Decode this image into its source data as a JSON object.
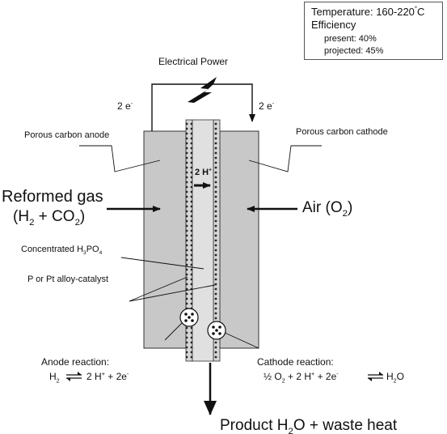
{
  "info_box": {
    "temperature_label": "Temperature: 160-220",
    "temperature_deg": "°",
    "temperature_unit": "C",
    "efficiency_label": "Efficiency",
    "present": "present: 40%",
    "projected": "projected: 45%"
  },
  "electrical_power": "Electrical Power",
  "electron_left": {
    "coef": "2 e",
    "sup": "-"
  },
  "electron_right": {
    "coef": "2 e",
    "sup": "-"
  },
  "porous_anode": "Porous carbon anode",
  "porous_cathode": "Porous carbon cathode",
  "proton": {
    "coef": "2 H",
    "sup": "+"
  },
  "reformed_gas": {
    "line1": "Reformed gas",
    "open": "(H",
    "h_sub": "2",
    "plus": " + CO",
    "co_sub": "2",
    "close": ")"
  },
  "air": {
    "text": "Air (O",
    "sub": "2",
    "close": ")"
  },
  "electrolyte": {
    "text": "Concentrated H",
    "sub1": "3",
    "mid": "PO",
    "sub2": "4"
  },
  "catalyst": "P or Pt alloy-catalyst",
  "anode_reaction": {
    "title": "Anode reaction:",
    "h": "H",
    "h_sub": "2",
    "prod": "2 H",
    "prod_sup": "+",
    "tail": " + 2e",
    "tail_sup": "-"
  },
  "cathode_reaction": {
    "title": "Cathode reaction:",
    "half": "½ O",
    "o_sub": "2",
    "mid": " + 2 H",
    "mid_sup": "+",
    "tail": " + 2e",
    "tail_sup": "-",
    "prod": "H",
    "prod_sub": "2",
    "prod_tail": "O"
  },
  "product": {
    "text": "Product H",
    "sub": "2",
    "tail": "O + waste heat"
  },
  "colors": {
    "electrode": "#c8c8c8",
    "electrolyte": "#e0e0e0",
    "catalyst_strip": "#d4d4d4",
    "ink": "#111111"
  }
}
